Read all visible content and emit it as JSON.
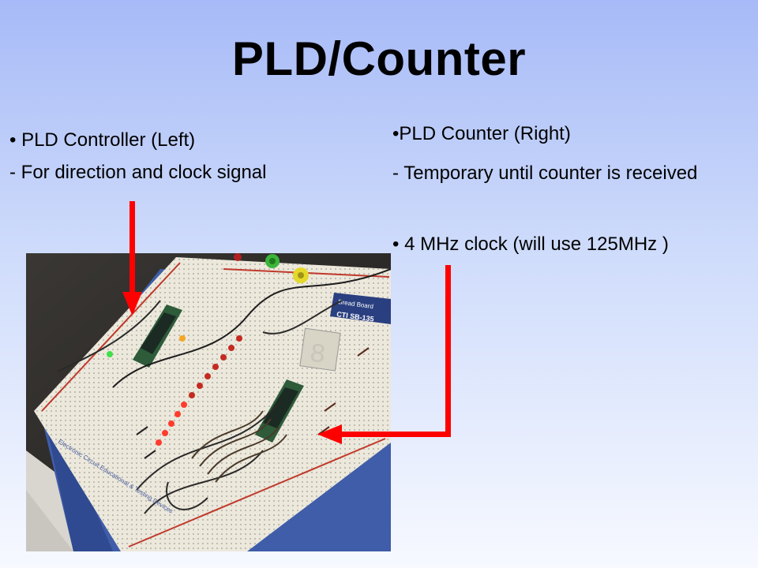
{
  "slide": {
    "title": "PLD/Counter",
    "left_bullet": "• PLD Controller (Left)",
    "left_sub": " - For direction and clock signal",
    "right_bullet": "•PLD Counter (Right)",
    "right_sub": " - Temporary until counter is received",
    "right_bullet2": "• 4 MHz clock (will use 125MHz )"
  },
  "photo": {
    "breadboard_label_1": "Bread Board",
    "breadboard_label_2": "CTI SB-135",
    "breadboard_edge_text": "Electronic Circuit Educational & Testing Devices"
  },
  "colors": {
    "arrow": "#ff0000",
    "background_top": "#a7baf7",
    "background_bottom": "#f7f9ff"
  }
}
